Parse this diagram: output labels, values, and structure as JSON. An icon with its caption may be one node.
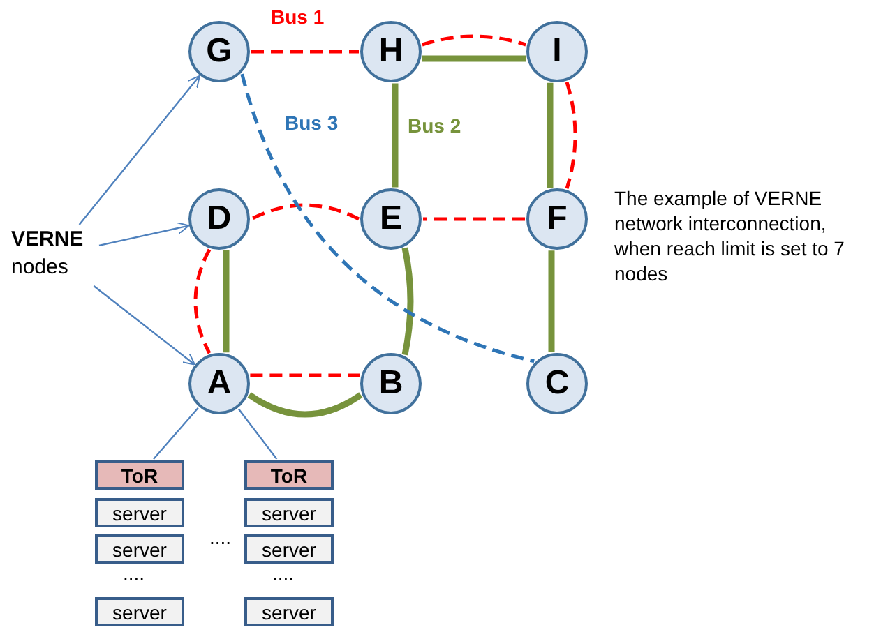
{
  "diagram": {
    "nodes": [
      {
        "text": [
          "G"
        ]
      },
      {
        "text": [
          "H"
        ]
      },
      {
        "text": [
          "I"
        ]
      },
      {
        "text": [
          "D"
        ]
      },
      {
        "text": [
          "E"
        ]
      },
      {
        "text": [
          "F"
        ]
      },
      {
        "text": [
          "A"
        ]
      },
      {
        "text": [
          "B"
        ]
      },
      {
        "text": [
          "C"
        ]
      },
      {
        "text": [
          "VERNE",
          "nodes"
        ]
      },
      {
        "text": [
          "ToR"
        ]
      },
      {
        "text": [
          "ToR"
        ]
      },
      {
        "text": [
          "server"
        ]
      },
      {
        "text": [
          "server"
        ]
      },
      {
        "text": [
          "server"
        ]
      },
      {
        "text": [
          "server"
        ]
      },
      {
        "text": [
          "server"
        ]
      },
      {
        "text": [
          "server"
        ]
      }
    ],
    "edges": [
      {
        "from": 9,
        "to": 0,
        "arrow": "to",
        "color": "#4f81bd"
      },
      {
        "from": 9,
        "to": 3,
        "arrow": "to",
        "color": "#4f81bd"
      },
      {
        "from": 9,
        "to": 6,
        "arrow": "to",
        "color": "#4f81bd"
      },
      {
        "from": 6,
        "to": 10,
        "arrow": "none",
        "color": "#4f81bd"
      },
      {
        "from": 6,
        "to": 11,
        "arrow": "none",
        "color": "#4f81bd"
      },
      {
        "from": 0,
        "to": 1,
        "arrow": "none",
        "label": "Bus 1",
        "style": "dashed",
        "color": "#ff0000"
      },
      {
        "from": 1,
        "to": 2,
        "arrow": "none",
        "style": "dashed",
        "color": "#ff0000"
      },
      {
        "from": 2,
        "to": 5,
        "arrow": "none",
        "style": "dashed",
        "color": "#ff0000"
      },
      {
        "from": 5,
        "to": 4,
        "arrow": "none",
        "style": "dashed",
        "color": "#ff0000"
      },
      {
        "from": 4,
        "to": 3,
        "arrow": "none",
        "style": "dashed",
        "color": "#ff0000"
      },
      {
        "from": 3,
        "to": 6,
        "arrow": "none",
        "style": "dashed",
        "color": "#ff0000"
      },
      {
        "from": 6,
        "to": 7,
        "arrow": "none",
        "style": "dashed",
        "color": "#ff0000"
      },
      {
        "from": 3,
        "to": 6,
        "arrow": "none",
        "style": "thick",
        "color": "#77933c"
      },
      {
        "from": 6,
        "to": 7,
        "arrow": "none",
        "style": "thick",
        "color": "#77933c"
      },
      {
        "from": 7,
        "to": 4,
        "arrow": "none",
        "style": "thick",
        "color": "#77933c"
      },
      {
        "from": 4,
        "to": 1,
        "arrow": "none",
        "label": "Bus 2",
        "style": "thick",
        "color": "#77933c"
      },
      {
        "from": 1,
        "to": 2,
        "arrow": "none",
        "style": "thick",
        "color": "#77933c"
      },
      {
        "from": 2,
        "to": 5,
        "arrow": "none",
        "style": "thick",
        "color": "#77933c"
      },
      {
        "from": 5,
        "to": 8,
        "arrow": "none",
        "style": "thick",
        "color": "#77933c"
      },
      {
        "from": 0,
        "to": 8,
        "arrow": "none",
        "label": "Bus 3",
        "style": "dashed",
        "color": "#2e75b6"
      }
    ],
    "labels": [
      "The example of VERNE network interconnection, when reach limit is set to 7 nodes",
      "....",
      "....",
      "...."
    ]
  }
}
